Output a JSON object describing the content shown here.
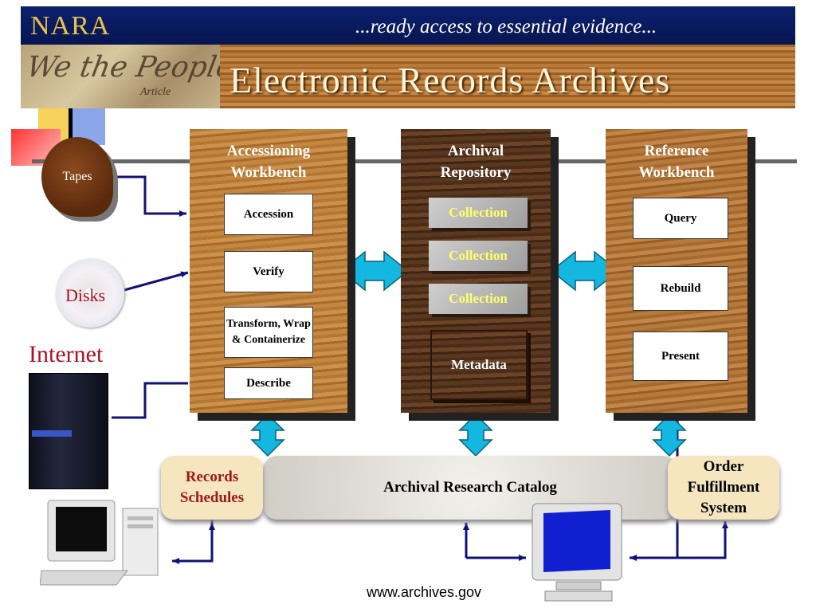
{
  "header": {
    "org": "NARA",
    "tagline": "...ready access to essential evidence...",
    "parchment_text": "We the People",
    "parchment_subtext": "Article",
    "title": "Electronic Records Archives"
  },
  "inputs": {
    "tapes": "Tapes",
    "disks": "Disks",
    "internet": "Internet"
  },
  "accessioning": {
    "title_line1": "Accessioning",
    "title_line2": "Workbench",
    "steps": [
      "Accession",
      "Verify",
      "Transform, Wrap & Containerize",
      "Describe"
    ]
  },
  "repository": {
    "title_line1": "Archival",
    "title_line2": "Repository",
    "collections": [
      "Collection",
      "Collection",
      "Collection"
    ],
    "metadata": "Metadata"
  },
  "reference": {
    "title_line1": "Reference",
    "title_line2": "Workbench",
    "steps": [
      "Query",
      "Rebuild",
      "Present"
    ]
  },
  "bottom": {
    "records_schedules": "Records Schedules",
    "catalog": "Archival Research Catalog",
    "order_fulfillment": "Order Fulfillment System"
  },
  "footer": {
    "url": "www.archives.gov"
  },
  "colors": {
    "arrow_cyan": "#13b7e0",
    "line_navy": "#10107a",
    "label_red": "#b01020",
    "collection_text": "#ffff66"
  }
}
